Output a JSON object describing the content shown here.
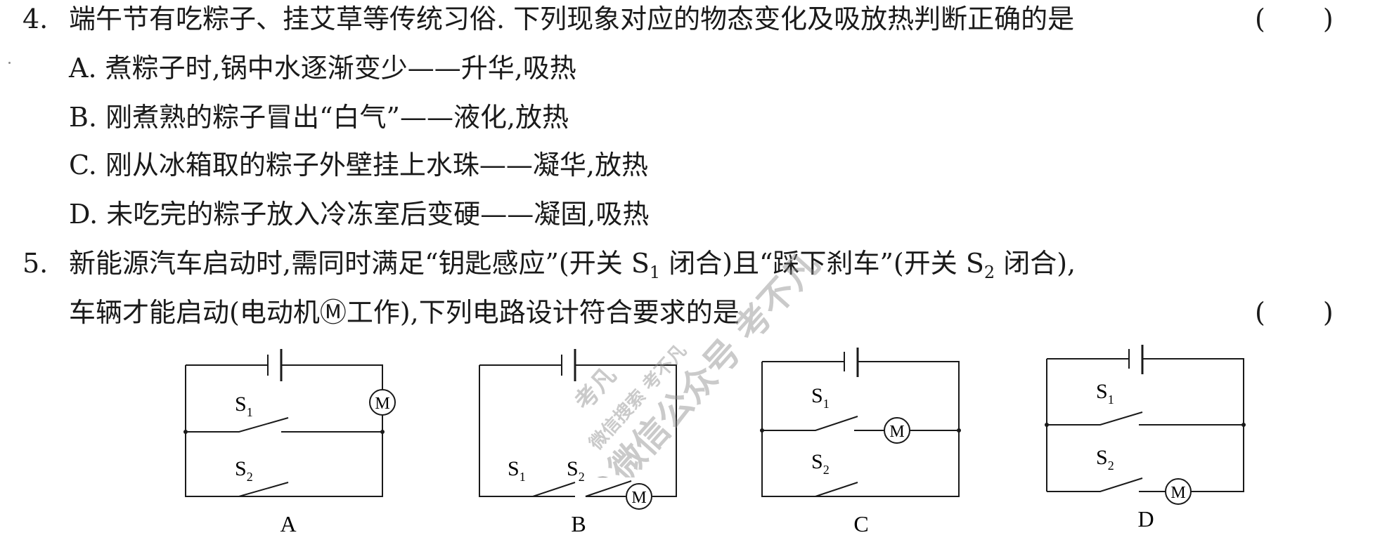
{
  "questions": [
    {
      "number": "4.",
      "stem": "端午节有吃粽子、挂艾草等传统习俗. 下列现象对应的物态变化及吸放热判断正确的是",
      "paren_open": "(",
      "paren_close": ")",
      "options": [
        {
          "label": "A.",
          "text": "煮粽子时,锅中水逐渐变少——升华,吸热"
        },
        {
          "label": "B.",
          "text": "刚煮熟的粽子冒出“白气”——液化,放热"
        },
        {
          "label": "C.",
          "text": "刚从冰箱取的粽子外壁挂上水珠——凝华,放热"
        },
        {
          "label": "D.",
          "text": "未吃完的粽子放入冷冻室后变硬——凝固,吸热"
        }
      ]
    },
    {
      "number": "5.",
      "stem_line1_a": "新能源汽车启动时,需同时满足“钥匙感应”(开关 S",
      "stem_line1_sub1": "1",
      "stem_line1_b": " 闭合)且“踩下刹车”(开关 S",
      "stem_line1_sub2": "2",
      "stem_line1_c": " 闭合),",
      "stem_line2": "车辆才能启动(电动机Ⓜ工作),下列电路设计符合要求的是",
      "paren_open": "(",
      "paren_close": ")"
    }
  ],
  "circuits": [
    {
      "label": "A",
      "switch1": "S",
      "switch1_sub": "1",
      "switch2": "S",
      "switch2_sub": "2",
      "motor": "M"
    },
    {
      "label": "B",
      "switch1": "S",
      "switch1_sub": "1",
      "switch2": "S",
      "switch2_sub": "2",
      "motor": "M"
    },
    {
      "label": "C",
      "switch1": "S",
      "switch1_sub": "1",
      "switch2": "S",
      "switch2_sub": "2",
      "motor": "M"
    },
    {
      "label": "D",
      "switch1": "S",
      "switch1_sub": "1",
      "switch2": "S",
      "switch2_sub": "2",
      "motor": "M"
    }
  ],
  "watermark": {
    "line1": "考凡",
    "line2": "微信搜索 考不凡",
    "line3": "微信公众号 考不凡"
  }
}
